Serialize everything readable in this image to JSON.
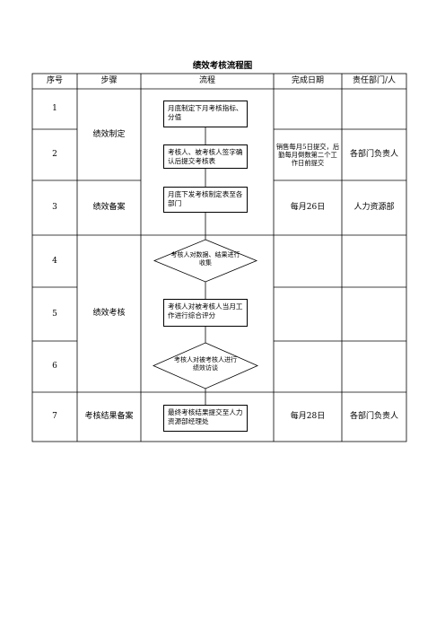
{
  "title": "绩效考核流程图",
  "headers": [
    "序号",
    "步骤",
    "流程",
    "完成日期",
    "责任部门/人"
  ],
  "row_numbers": [
    "1",
    "2",
    "3",
    "4",
    "5",
    "6",
    "7"
  ],
  "steps": {
    "s1": "绩效制定",
    "s3": "绩效备案",
    "s5": "绩效考核",
    "s7": "考核结果备案"
  },
  "flow": {
    "box1": "月底制定下月考核指标、分值",
    "box2": "考核人、被考核人签字确认后提交考核表",
    "box3": "月底下发考核制定表至各部门",
    "diamond1": "考核人对数据、结果进行收集",
    "box5": "考核人对被考核人当月工作进行综合评分",
    "diamond2": "考核人对被考核人进行绩效访谈",
    "box7": "最终考核结果提交至人力资源部经理处"
  },
  "dates": {
    "r2": "销售每月5日提交，后勤每月倒数第二个工作日前提交",
    "r3": "每月26日",
    "r7": "每月28日"
  },
  "owners": {
    "r2": "各部门负责人",
    "r3": "人力资源部",
    "r7": "各部门负责人"
  }
}
